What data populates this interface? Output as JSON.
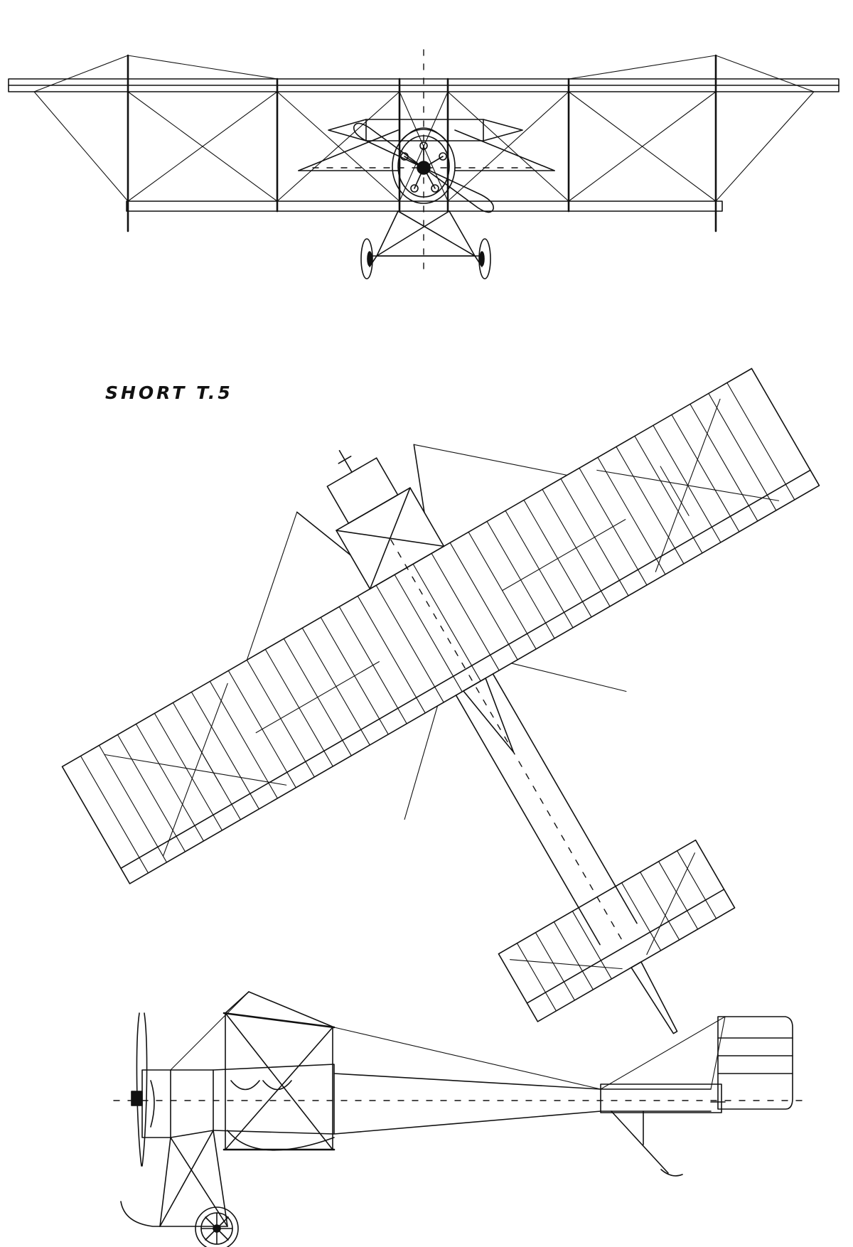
{
  "drawing": {
    "title": "SHORT T.5",
    "views": [
      "front-view",
      "plan-view",
      "side-view"
    ],
    "line_color": "#111111",
    "background": "#ffffff"
  }
}
